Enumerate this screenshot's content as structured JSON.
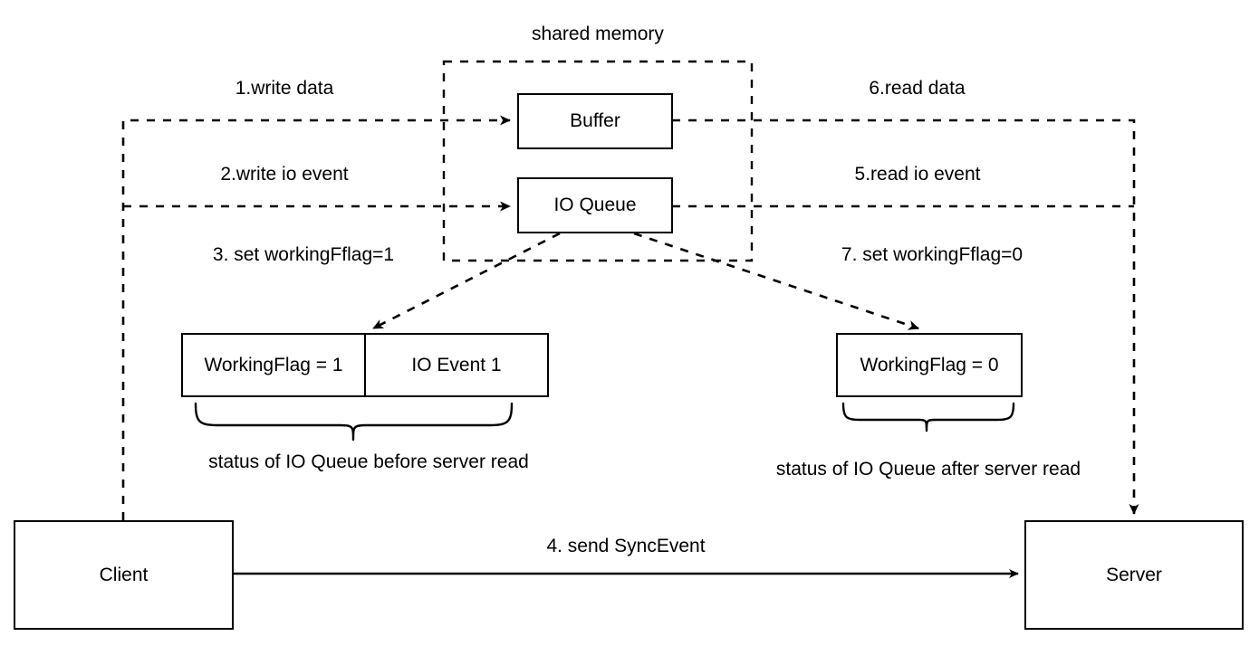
{
  "diagram": {
    "title": "shared memory",
    "colors": {
      "stroke": "#000000",
      "background": "#ffffff",
      "text": "#000000"
    },
    "groups": [
      {
        "id": "shared-memory",
        "label": "shared memory",
        "style": "dashed"
      }
    ],
    "nodes": [
      {
        "id": "buffer",
        "label": "Buffer"
      },
      {
        "id": "io-queue",
        "label": "IO Queue"
      },
      {
        "id": "client",
        "label": "Client"
      },
      {
        "id": "server",
        "label": "Server"
      }
    ],
    "state_boxes": [
      {
        "id": "io-queue-before",
        "cells": [
          "WorkingFlag = 1",
          "IO Event 1"
        ],
        "caption": "status of IO Queue before server read"
      },
      {
        "id": "io-queue-after",
        "cells": [
          "WorkingFlag = 0"
        ],
        "caption": "status of IO Queue after server read"
      }
    ],
    "steps": [
      {
        "num": "1",
        "label": "1.write data"
      },
      {
        "num": "2",
        "label": "2.write io event"
      },
      {
        "num": "3",
        "label": "3. set workingFflag=1"
      },
      {
        "num": "4",
        "label": "4. send SyncEvent"
      },
      {
        "num": "5",
        "label": "5.read io event"
      },
      {
        "num": "6",
        "label": "6.read data"
      },
      {
        "num": "7",
        "label": "7. set workingFflag=0"
      }
    ]
  }
}
